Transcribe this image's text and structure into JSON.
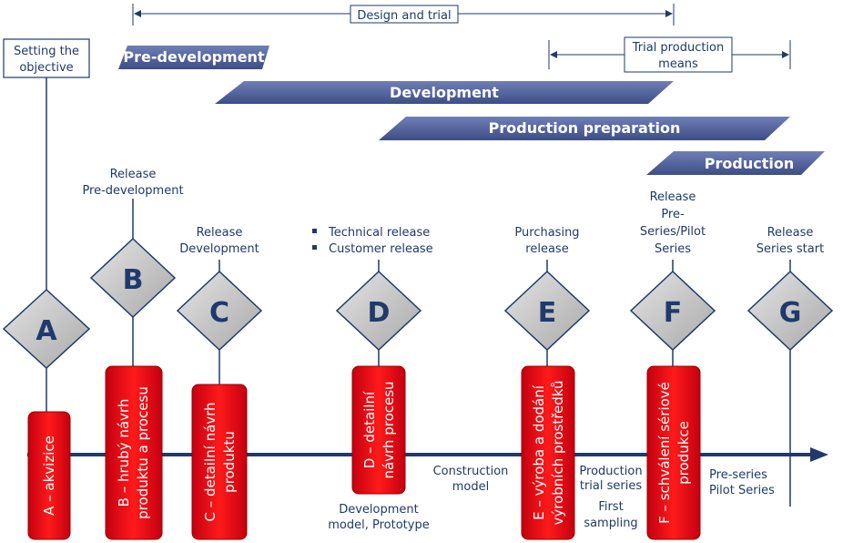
{
  "design_trial": "Design and trial",
  "trial_production": [
    "Trial production",
    "means"
  ],
  "objective": [
    "Setting the",
    "objective"
  ],
  "phases": [
    "Pre-development",
    "Development",
    "Production preparation",
    "Production"
  ],
  "gates": [
    "A",
    "B",
    "C",
    "D",
    "E",
    "F",
    "G"
  ],
  "releases": {
    "b": [
      "Release",
      "Pre-development"
    ],
    "c": [
      "Release",
      "Development"
    ],
    "d": [
      "Technical release",
      "Customer release"
    ],
    "e": [
      "Purchasing",
      "release"
    ],
    "f": [
      "Release",
      "Pre-",
      "Series/Pilot",
      "Series"
    ],
    "g": [
      "Release",
      "Series start"
    ]
  },
  "steps": {
    "a": [
      "A – akvizice"
    ],
    "b": [
      "B – hrubý návrh",
      "produktu a procesu"
    ],
    "c": [
      "C – detailní návrh",
      "produktu"
    ],
    "d": [
      "D – detailní",
      "návrh procesu"
    ],
    "e": [
      "E – výroba a dodání",
      "výrobních prostředků"
    ],
    "f": [
      "F – schválení sériové",
      "produkce"
    ]
  },
  "timeline_labels": {
    "construction": [
      "Construction",
      "model"
    ],
    "development": [
      "Development",
      "model, Prototype"
    ],
    "production_trial": [
      "Production",
      "trial series"
    ],
    "first_sampling": [
      "First",
      "sampling"
    ],
    "pre_series": [
      "Pre-series",
      "Pilot Series"
    ]
  },
  "colors": {
    "navy": "#1f3a6b",
    "phase": "#4a5a92",
    "gate": "#c8c8c8",
    "step": "#e30613"
  }
}
